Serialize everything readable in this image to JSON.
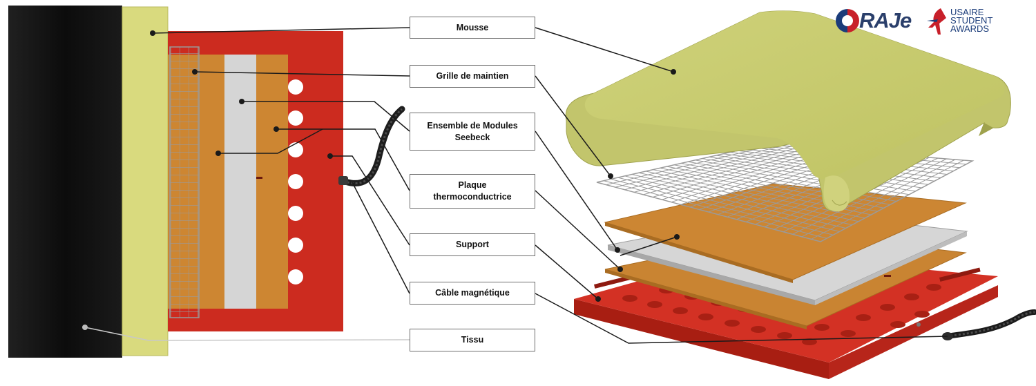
{
  "labels": [
    {
      "id": "mousse",
      "text": "Mousse"
    },
    {
      "id": "grille",
      "text": "Grille de maintien"
    },
    {
      "id": "modules",
      "text": "Ensemble de Modules Seebeck"
    },
    {
      "id": "plaque",
      "text": "Plaque thermoconductrice"
    },
    {
      "id": "support",
      "text": "Support"
    },
    {
      "id": "cable",
      "text": "Câble magnétique"
    },
    {
      "id": "tissu",
      "text": "Tissu"
    }
  ],
  "logos": {
    "oraje": "RAJe",
    "usaire": "USAIRE\nSTUDENT\nAWARDS"
  },
  "colors": {
    "fabric": "#141414",
    "foam": "#d8d878",
    "foam_dark": "#b7b85a",
    "support_red": "#cc2a1e",
    "plate_orange": "#cd8530",
    "module_gray": "#d4d4d4",
    "leader_line": "#1a1a1a"
  }
}
